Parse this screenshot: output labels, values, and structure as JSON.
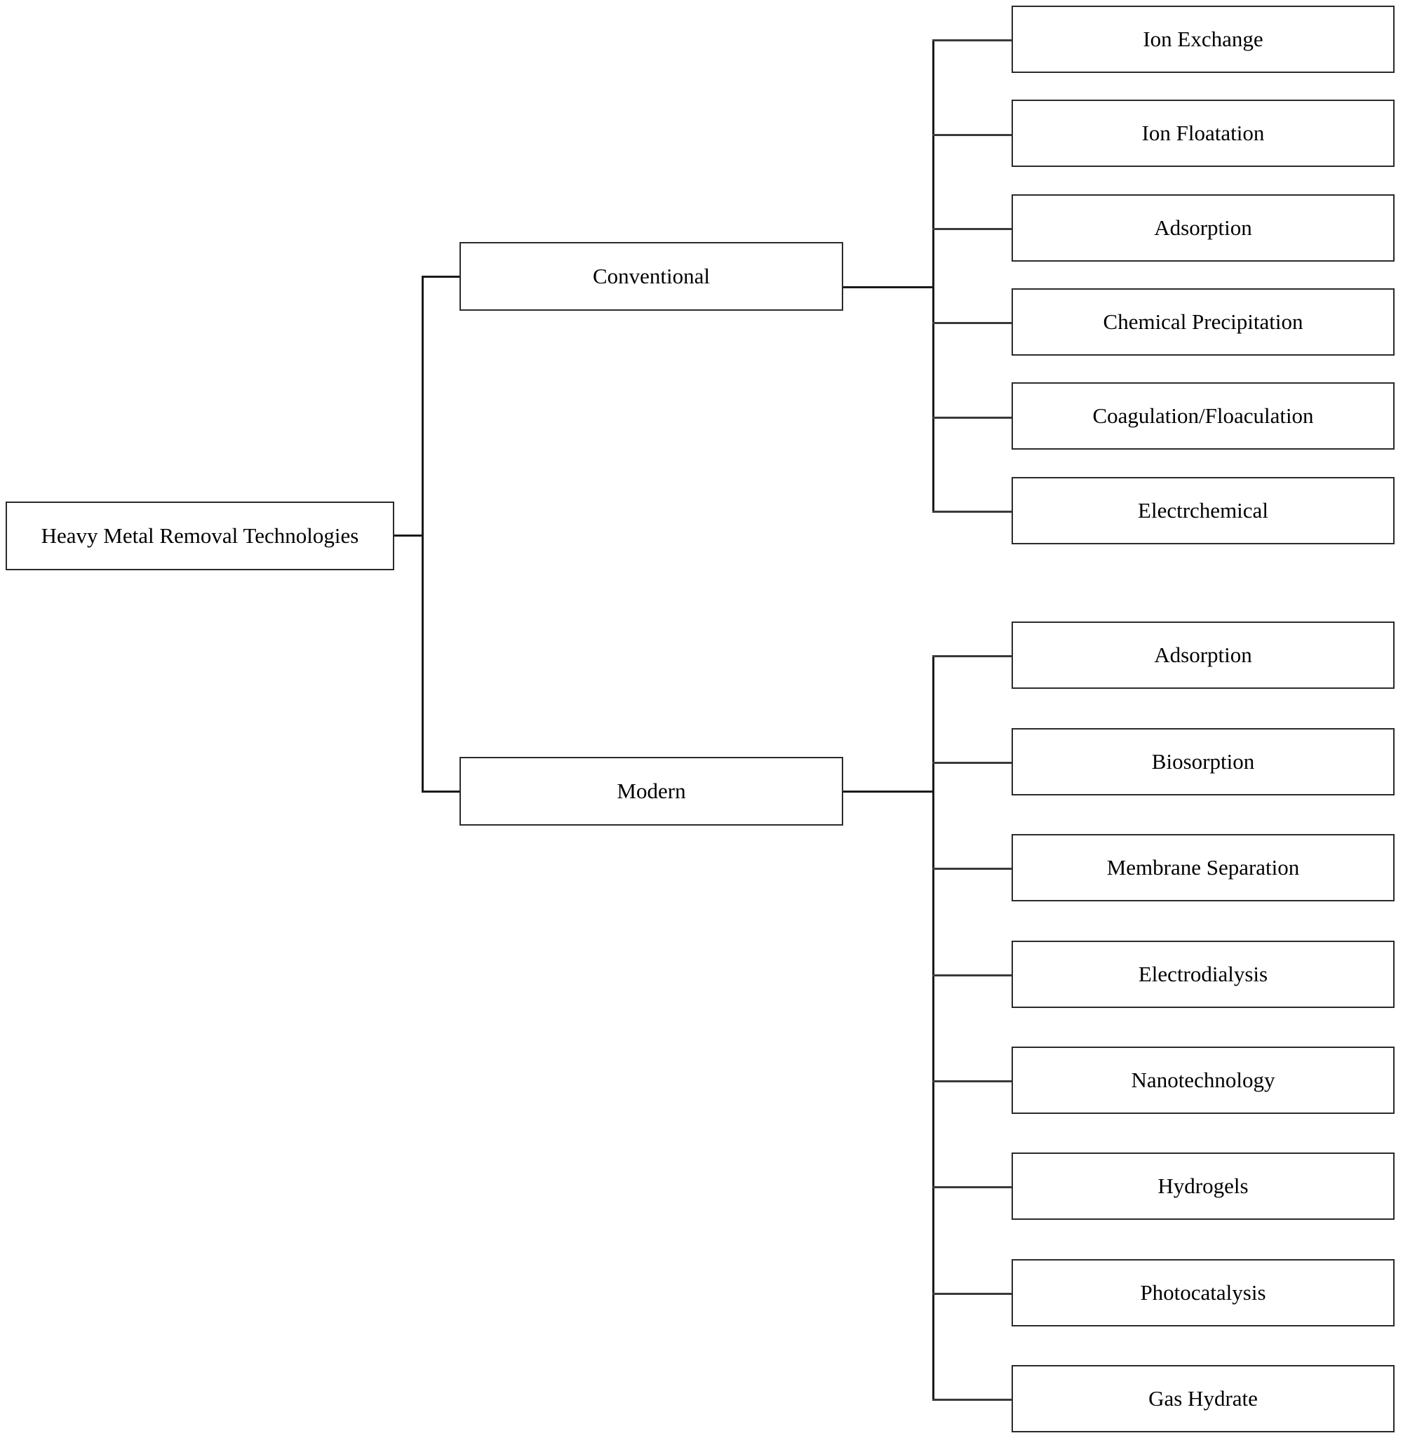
{
  "diagram": {
    "title": "Heavy Metal Removal Technologies",
    "type": "hierarchy-tree",
    "orientation": "left-to-right",
    "root": {
      "label": "Heavy Metal Removal Technologies"
    },
    "categories": [
      {
        "id": "conventional",
        "label": "Conventional",
        "children": [
          {
            "label": "Ion Exchange"
          },
          {
            "label": "Ion Floatation"
          },
          {
            "label": "Adsorption"
          },
          {
            "label": "Chemical Precipitation"
          },
          {
            "label": "Coagulation/Floaculation"
          },
          {
            "label": "Electrchemical"
          }
        ]
      },
      {
        "id": "modern",
        "label": "Modern",
        "children": [
          {
            "label": "Adsorption"
          },
          {
            "label": "Biosorption"
          },
          {
            "label": "Membrane Separation"
          },
          {
            "label": "Electrodialysis"
          },
          {
            "label": "Nanotechnology"
          },
          {
            "label": "Hydrogels"
          },
          {
            "label": "Photocatalysis"
          },
          {
            "label": "Gas Hydrate"
          }
        ]
      }
    ],
    "style": {
      "box_fill": "#ffffff",
      "box_border": "#2b2b2b",
      "connector_color": "#1a1a1a",
      "text_color": "#000000",
      "background": "#ffffff"
    }
  }
}
